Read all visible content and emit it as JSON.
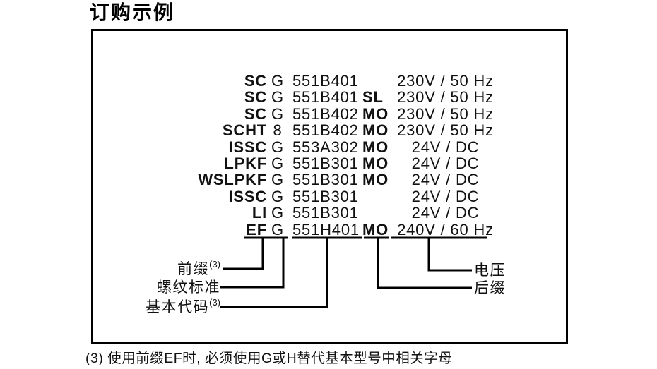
{
  "title": "订购示例",
  "diagram": {
    "rows": [
      {
        "prefix": "SC",
        "thread": "G",
        "base": "551B401",
        "suffix": "",
        "voltage": "230V / 50 Hz"
      },
      {
        "prefix": "SC",
        "thread": "G",
        "base": "551B401",
        "suffix": "SL",
        "voltage": "230V / 50 Hz"
      },
      {
        "prefix": "SC",
        "thread": "G",
        "base": "551B402",
        "suffix": "MO",
        "voltage": "230V / 50 Hz"
      },
      {
        "prefix": "SCHT",
        "thread": "8",
        "base": "551B402",
        "suffix": "MO",
        "voltage": "230V / 50 Hz"
      },
      {
        "prefix": "ISSC",
        "thread": "G",
        "base": "553A302",
        "suffix": "MO",
        "voltage": "24V / DC"
      },
      {
        "prefix": "LPKF",
        "thread": "G",
        "base": "551B301",
        "suffix": "MO",
        "voltage": "24V / DC"
      },
      {
        "prefix": "WSLPKF",
        "thread": "G",
        "base": "551B301",
        "suffix": "MO",
        "voltage": "24V / DC"
      },
      {
        "prefix": "ISSC",
        "thread": "G",
        "base": "551B301",
        "suffix": "",
        "voltage": "24V / DC"
      },
      {
        "prefix": "LI",
        "thread": "G",
        "base": "551B301",
        "suffix": "",
        "voltage": "24V / DC"
      },
      {
        "prefix": "EF",
        "thread": "G",
        "base": "551H401",
        "suffix": "MO",
        "voltage": "240V / 60 Hz"
      }
    ],
    "labels": {
      "prefix": {
        "text": "前缀",
        "sup": "(3)"
      },
      "thread": {
        "text": "螺纹标准",
        "sup": ""
      },
      "base": {
        "text": "基本代码",
        "sup": "(3)"
      },
      "voltage": {
        "text": "电压",
        "sup": ""
      },
      "suffix": {
        "text": "后缀",
        "sup": ""
      }
    }
  },
  "footnote": "(3) 使用前缀EF时, 必须使用G或H替代基本型号中相关字母",
  "colors": {
    "ink": "#111111",
    "line": "#000000",
    "background": "#ffffff"
  }
}
